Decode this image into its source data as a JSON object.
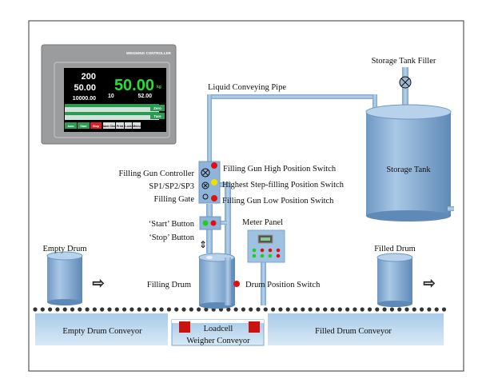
{
  "controller": {
    "brand_label": "WEIGHING CONTROLLER",
    "target_value": "200",
    "final_value": "50.00",
    "total_value": "10000.00",
    "main_weight": "50.00",
    "unit": "kg",
    "step_value": "10",
    "setpoint_value": "52.00",
    "buttons": [
      "Auto",
      "Start",
      "Stop",
      "Alarm Clear",
      "Print",
      "Lock",
      "Menu"
    ],
    "side_buttons": [
      "Zero",
      "Tare"
    ]
  },
  "labels": {
    "storage_tank_filler": "Storage Tank Filler",
    "liquid_pipe": "Liquid Conveying Pipe",
    "storage_tank": "Storage Tank",
    "gun_controller": "Filling Gun Controller",
    "sp": "SP1/SP2/SP3",
    "filling_gate": "Filling Gate",
    "high_switch": "Filling Gun High Position Switch",
    "step_switch": "Highest Step-filling Position Switch",
    "low_switch": "Filling Gun Low Position Switch",
    "start_button": "‘Start’ Button",
    "stop_button": "‘Stop’ Button",
    "meter_panel": "Meter Panel",
    "empty_drum": "Empty Drum",
    "filling_drum": "Filling Drum",
    "drum_position_switch": "Drum Position Switch",
    "filled_drum": "Filled Drum",
    "empty_conveyor": "Empty Drum Conveyor",
    "loadcell": "Loadcell",
    "weigher_conveyor": "Weigher Conveyor",
    "filled_conveyor": "Filled Drum Conveyor"
  },
  "colors": {
    "equipment": "#8fb4d9",
    "conveyor": "#c6def1",
    "lamp_red": "#e01010",
    "lamp_green": "#22cc22",
    "lamp_yellow": "#f0e000",
    "loadcell": "#cc1111"
  }
}
